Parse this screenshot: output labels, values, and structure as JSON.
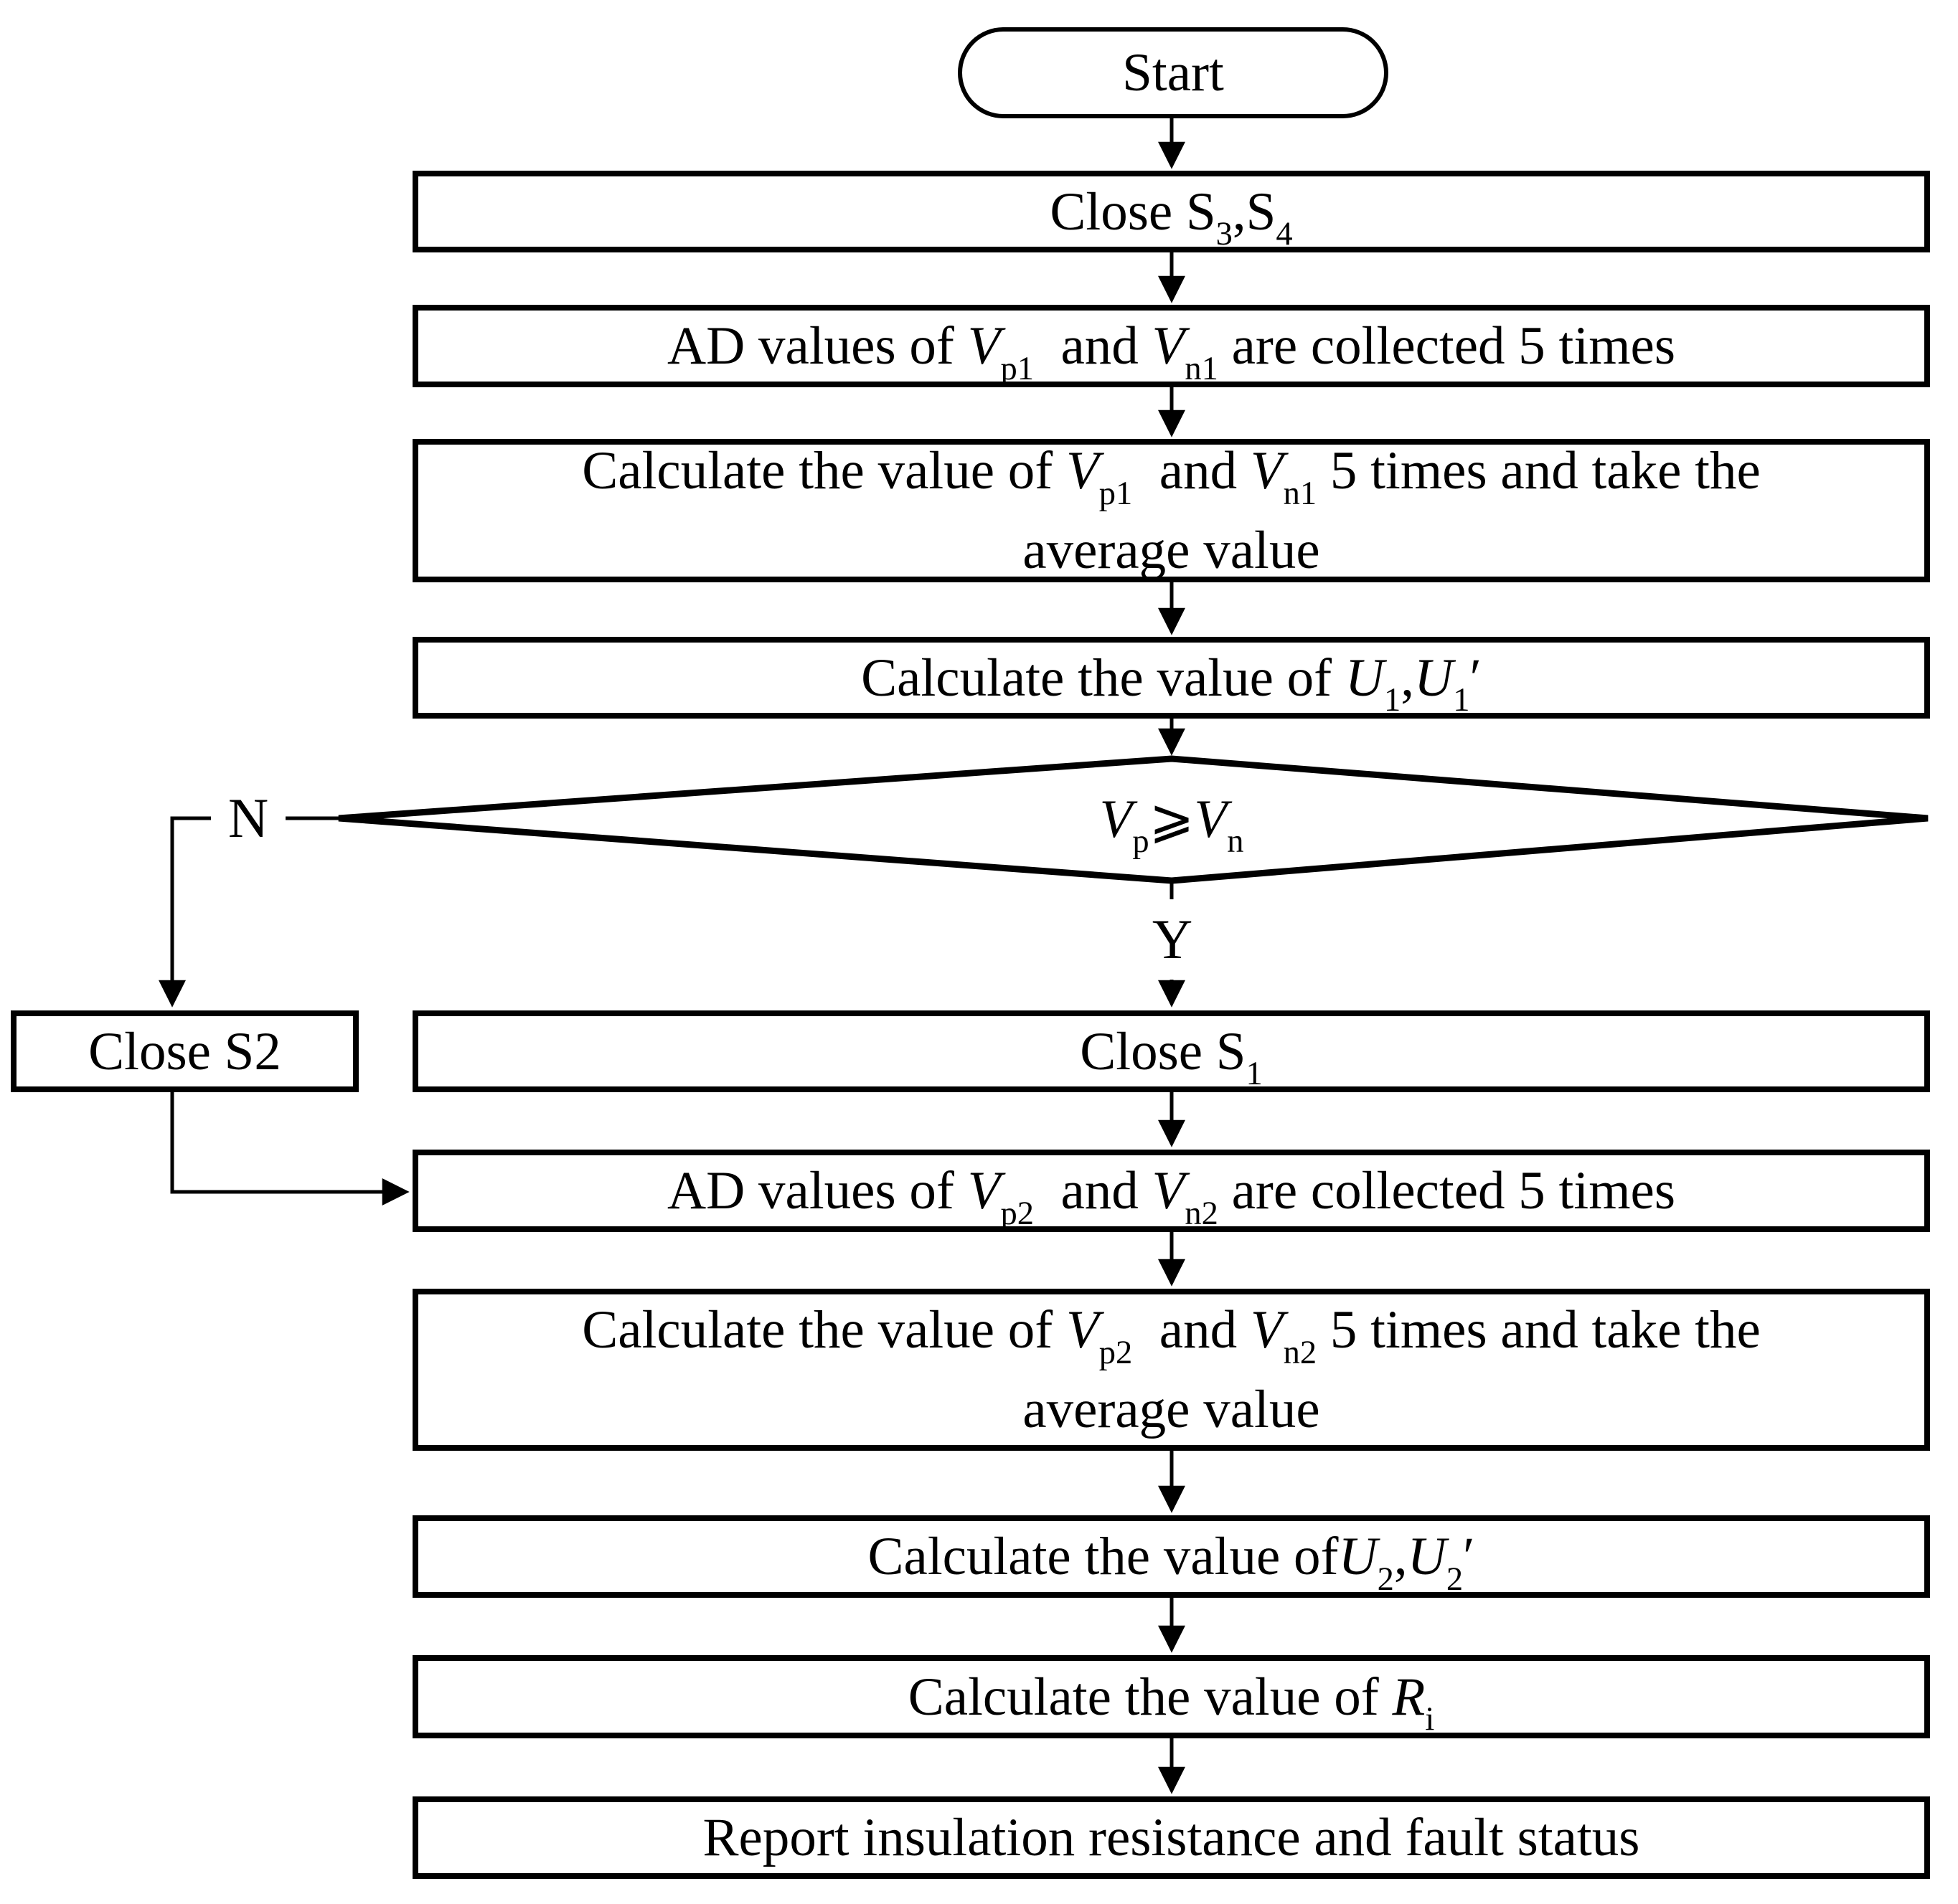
{
  "colors": {
    "background": "#ffffff",
    "line": "#000000",
    "text": "#000000"
  },
  "flowchart": {
    "start": {
      "label": "Start"
    },
    "nodes": {
      "close_s34": {
        "segments": [
          {
            "t": "Close S"
          },
          {
            "sub": "3"
          },
          {
            "t": ",S"
          },
          {
            "sub": "4"
          }
        ]
      },
      "ad1": {
        "segments": [
          {
            "t": "AD values of "
          },
          {
            "i": "V"
          },
          {
            "sub": "p1"
          },
          {
            "t": "  and "
          },
          {
            "i": "V"
          },
          {
            "sub": "n1"
          },
          {
            "t": " are collected 5 times"
          }
        ]
      },
      "calc1": {
        "segments": [
          {
            "t": "Calculate the value of "
          },
          {
            "i": "V"
          },
          {
            "sub": "p1"
          },
          {
            "t": "  and "
          },
          {
            "i": "V"
          },
          {
            "sub": "n1"
          },
          {
            "t": " 5 times and take the"
          },
          {
            "br": true
          },
          {
            "t": "average value"
          }
        ]
      },
      "u1": {
        "segments": [
          {
            "t": "Calculate the value of "
          },
          {
            "i": "U"
          },
          {
            "sub": "1"
          },
          {
            "t": ","
          },
          {
            "i": "U"
          },
          {
            "sub": "1"
          },
          {
            "t": "′"
          }
        ]
      },
      "close_s2": {
        "label": "Close S2"
      },
      "close_s1": {
        "segments": [
          {
            "t": "Close S"
          },
          {
            "sub": "1"
          }
        ]
      },
      "ad2": {
        "segments": [
          {
            "t": "AD values of "
          },
          {
            "i": "V"
          },
          {
            "sub": "p2"
          },
          {
            "t": "  and "
          },
          {
            "i": "V"
          },
          {
            "sub": "n2"
          },
          {
            "t": " are collected 5 times"
          }
        ]
      },
      "calc2": {
        "segments": [
          {
            "t": "Calculate the value of "
          },
          {
            "i": "V"
          },
          {
            "sub": "p2"
          },
          {
            "t": "  and "
          },
          {
            "i": "V"
          },
          {
            "sub": "n2"
          },
          {
            "t": " 5 times and take the"
          },
          {
            "br": true
          },
          {
            "t": "average value"
          }
        ]
      },
      "u2": {
        "segments": [
          {
            "t": "Calculate the value of"
          },
          {
            "i": "U"
          },
          {
            "sub": "2"
          },
          {
            "t": ","
          },
          {
            "i": "U"
          },
          {
            "sub": "2"
          },
          {
            "t": "′"
          }
        ]
      },
      "ri": {
        "segments": [
          {
            "t": "Calculate the value of "
          },
          {
            "i": "R"
          },
          {
            "sub": "i"
          }
        ]
      },
      "report": {
        "label": "Report insulation resistance and fault status"
      }
    },
    "decision": {
      "segments": [
        {
          "i": "V"
        },
        {
          "sub": "p"
        },
        {
          "op": "⩾"
        },
        {
          "i": "V"
        },
        {
          "sub": "n"
        }
      ],
      "yes_label": "Y",
      "no_label": "N"
    }
  }
}
